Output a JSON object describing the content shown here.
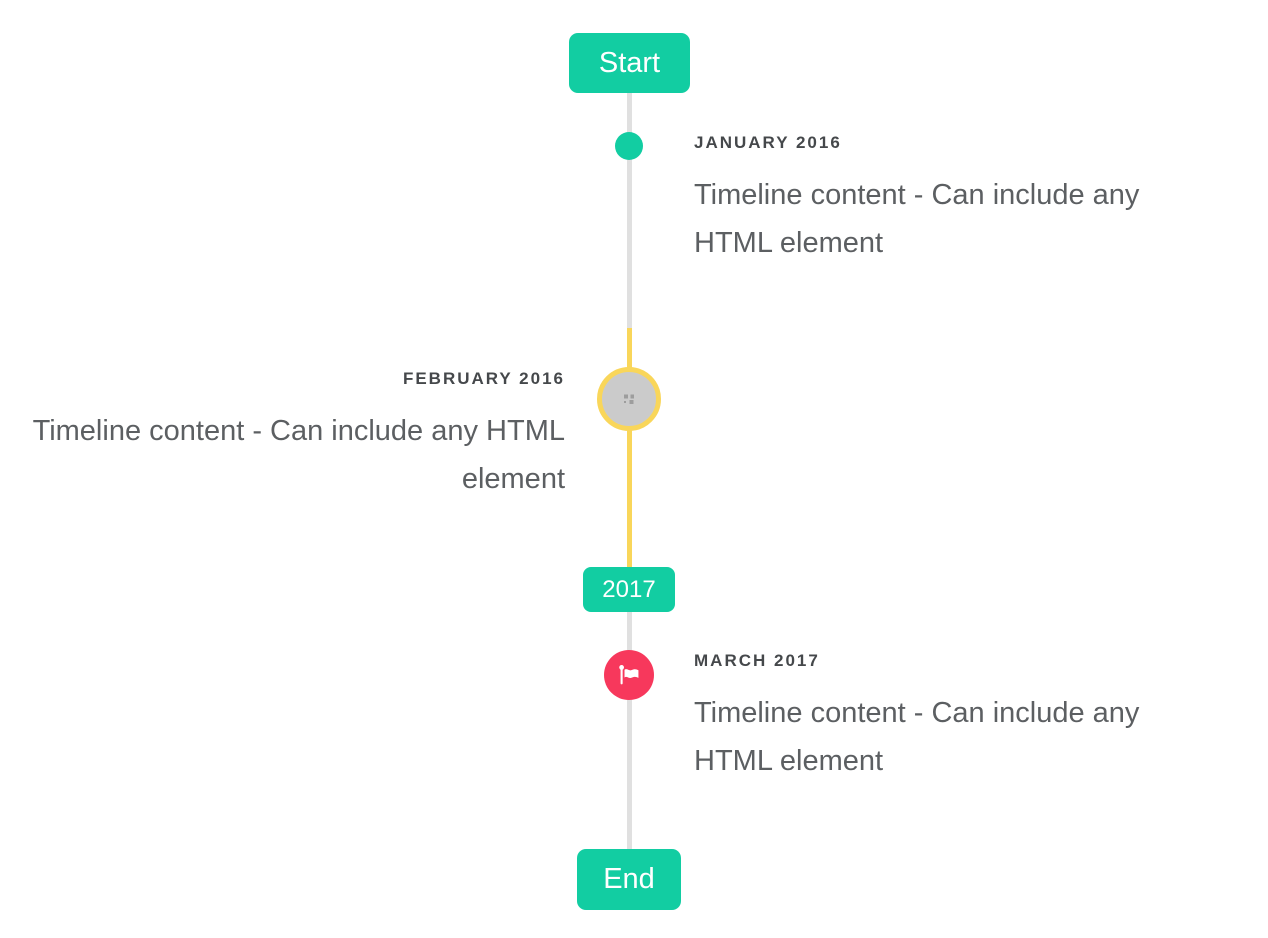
{
  "timeline": {
    "start_badge": "Start",
    "year_badge": "2017",
    "end_badge": "End",
    "items": [
      {
        "title": "JANUARY 2016",
        "content": "Timeline content - Can include any HTML element",
        "side": "right",
        "marker": "teal-dot"
      },
      {
        "title": "FEBRUARY 2016",
        "content": "Timeline content - Can include any HTML element",
        "side": "left",
        "marker": "gray-circle-yellow-ring-broken-image"
      },
      {
        "title": "MARCH 2017",
        "content": "Timeline content - Can include any HTML element",
        "side": "right",
        "marker": "red-circle-flag"
      }
    ],
    "colors": {
      "accent_teal": "#12cda2",
      "highlight_yellow": "#f9d65a",
      "flag_red": "#f7385c",
      "line_gray": "#e0e0e0",
      "circle_gray": "#cbcbcb"
    }
  }
}
